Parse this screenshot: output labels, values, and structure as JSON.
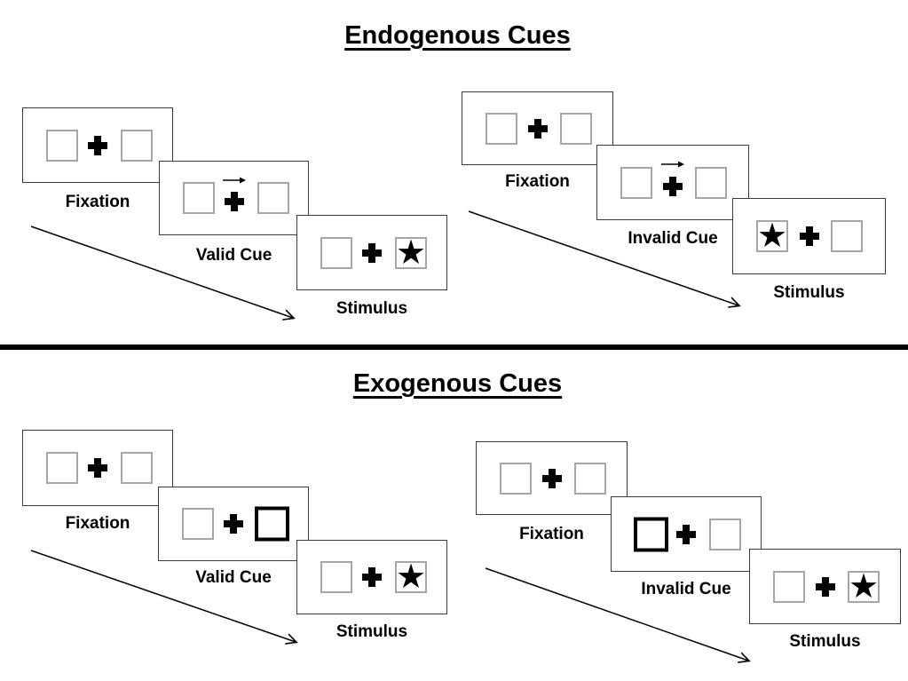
{
  "slide": {
    "background": "#ffffff",
    "ink_color": "#000000",
    "panel_border_color": "#3b3b3b",
    "placeholder_box_border_color": "#a6a6a6",
    "divider_color": "#000000",
    "symbols": {
      "star": "★"
    },
    "sections": [
      {
        "title": "Endogenous Cues",
        "trials": [
          {
            "name": "valid-trial",
            "panels": [
              {
                "label": "Fixation"
              },
              {
                "label": "Valid Cue",
                "cue": "central-arrow-right"
              },
              {
                "label": "Stimulus",
                "star_side": "right"
              }
            ]
          },
          {
            "name": "invalid-trial",
            "panels": [
              {
                "label": "Fixation"
              },
              {
                "label": "Invalid Cue",
                "cue": "central-arrow-right"
              },
              {
                "label": "Stimulus",
                "star_side": "left"
              }
            ]
          }
        ]
      },
      {
        "title": "Exogenous Cues",
        "trials": [
          {
            "name": "valid-trial",
            "panels": [
              {
                "label": "Fixation"
              },
              {
                "label": "Valid Cue",
                "cued_box": "right"
              },
              {
                "label": "Stimulus",
                "star_side": "right"
              }
            ]
          },
          {
            "name": "invalid-trial",
            "panels": [
              {
                "label": "Fixation"
              },
              {
                "label": "Invalid Cue",
                "cued_box": "left"
              },
              {
                "label": "Stimulus",
                "star_side": "right"
              }
            ]
          }
        ]
      }
    ]
  }
}
